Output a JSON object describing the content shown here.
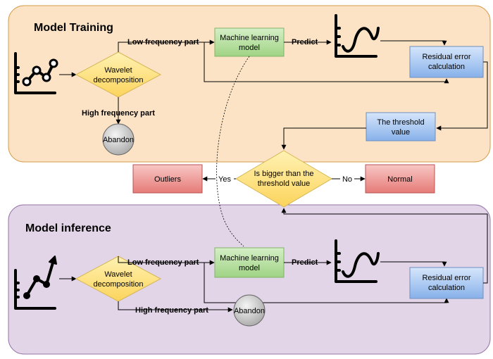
{
  "colors": {
    "training_bg": "#fde3c5",
    "inference_bg": "#e2d5e8",
    "decision_fill": "#fde68a",
    "decision_stroke": "#d6b656",
    "ml_fill": "#b9e2a5",
    "ml_stroke": "#82b366",
    "residual_fill": "#a8c8f0",
    "residual_stroke": "#6c8ebf",
    "outcome_fill": "#f0a0a0",
    "outcome_stroke": "#b85450",
    "abandon_fill": "#c8c8c8"
  },
  "training": {
    "title": "Model Training",
    "wavelet": [
      "Wavelet",
      "decomposition"
    ],
    "low_freq": "Low frequency part",
    "high_freq": "High frequency part",
    "ml": [
      "Machine learning",
      "model"
    ],
    "predict": "Predict",
    "residual": [
      "Residual error",
      "calculation"
    ],
    "abandon": "Abandon",
    "threshold": [
      "The threshold",
      "value"
    ]
  },
  "decision": {
    "question": [
      "Is bigger than the",
      "threshold value"
    ],
    "yes": "Yes",
    "no": "No",
    "outliers": "Outliers",
    "normal": "Normal"
  },
  "inference": {
    "title": "Model inference",
    "wavelet": [
      "Wavelet",
      "decomposition"
    ],
    "low_freq": "Low frequency part",
    "high_freq": "High frequency part",
    "ml": [
      "Machine learning",
      "model"
    ],
    "predict": "Predict",
    "residual": [
      "Residual error",
      "calculation"
    ],
    "abandon": "Abandon"
  },
  "icons": [
    "line-chart-icon",
    "wave-chart-icon"
  ]
}
